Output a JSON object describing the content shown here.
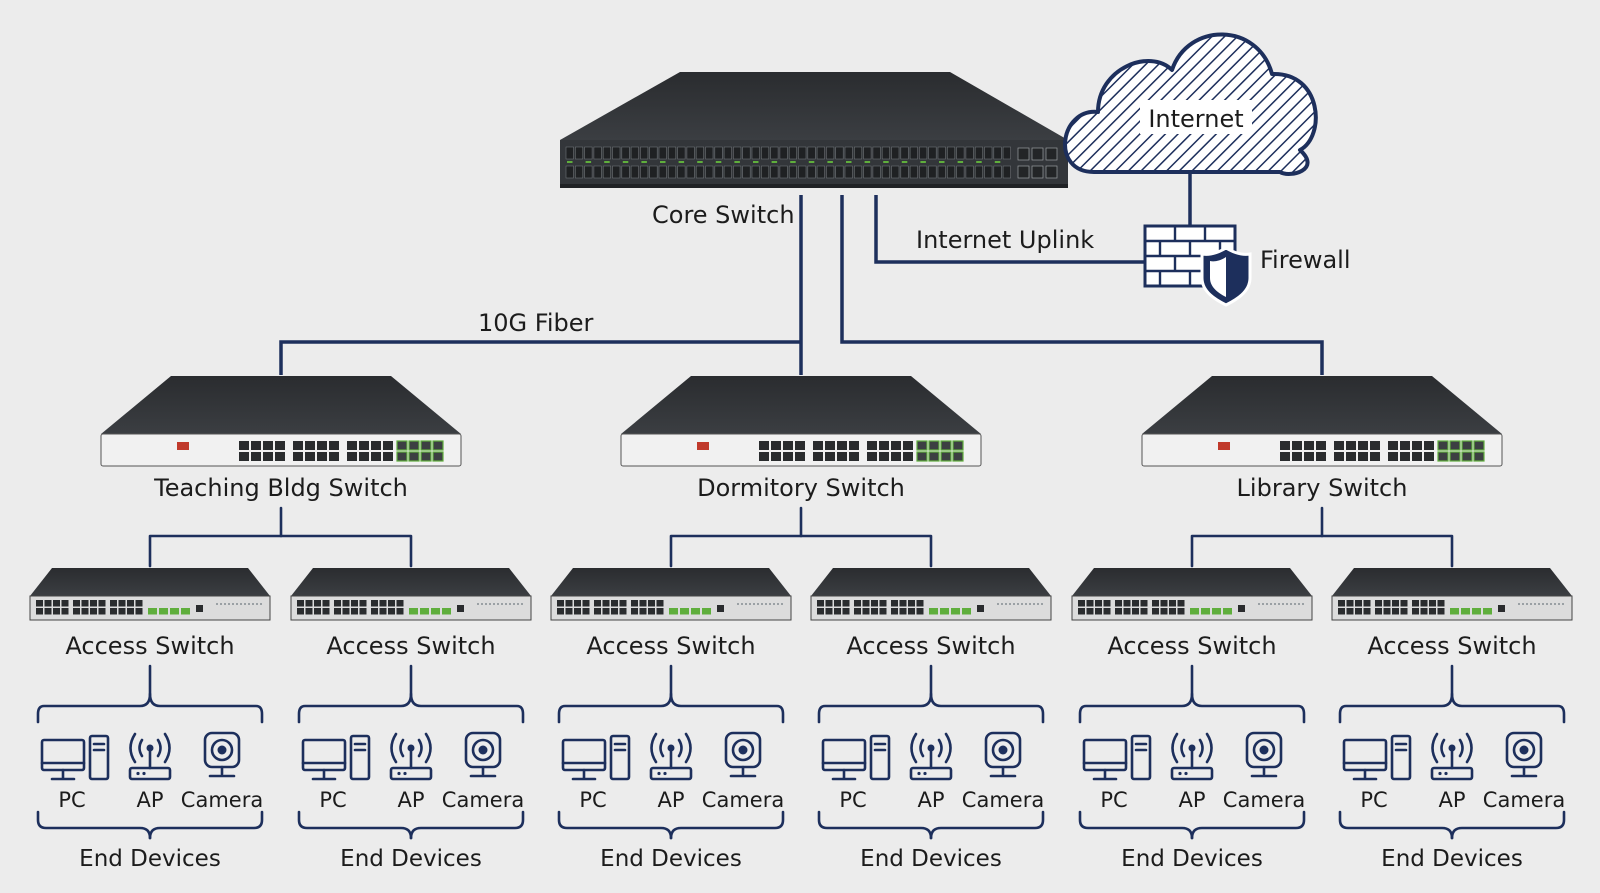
{
  "labels": {
    "core": "Core Switch",
    "internet": "Internet",
    "uplink": "Internet Uplink",
    "firewall": "Firewall",
    "fiber": "10G Fiber"
  },
  "distribution": [
    {
      "label": "Teaching Bldg Switch"
    },
    {
      "label": "Dormitory Switch"
    },
    {
      "label": "Library Switch"
    }
  ],
  "access": [
    {
      "label": "Access Switch",
      "devices": [
        "PC",
        "AP",
        "Camera"
      ],
      "group": "End Devices"
    },
    {
      "label": "Access Switch",
      "devices": [
        "PC",
        "AP",
        "Camera"
      ],
      "group": "End Devices"
    },
    {
      "label": "Access Switch",
      "devices": [
        "PC",
        "AP",
        "Camera"
      ],
      "group": "End Devices"
    },
    {
      "label": "Access Switch",
      "devices": [
        "PC",
        "AP",
        "Camera"
      ],
      "group": "End Devices"
    },
    {
      "label": "Access Switch",
      "devices": [
        "PC",
        "AP",
        "Camera"
      ],
      "group": "End Devices"
    },
    {
      "label": "Access Switch",
      "devices": [
        "PC",
        "AP",
        "Camera"
      ],
      "group": "End Devices"
    }
  ],
  "icons": {
    "cloud": "cloud-icon",
    "firewall": "brick-wall-shield-icon",
    "pc": "desktop-pc-icon",
    "ap": "wireless-access-point-icon",
    "camera": "security-camera-icon"
  },
  "colors": {
    "background": "#ececec",
    "link": "#1d2f5c",
    "switch_body": "#2e3134",
    "switch_face": "#f1f1f1",
    "port_green": "#5fae3c"
  }
}
